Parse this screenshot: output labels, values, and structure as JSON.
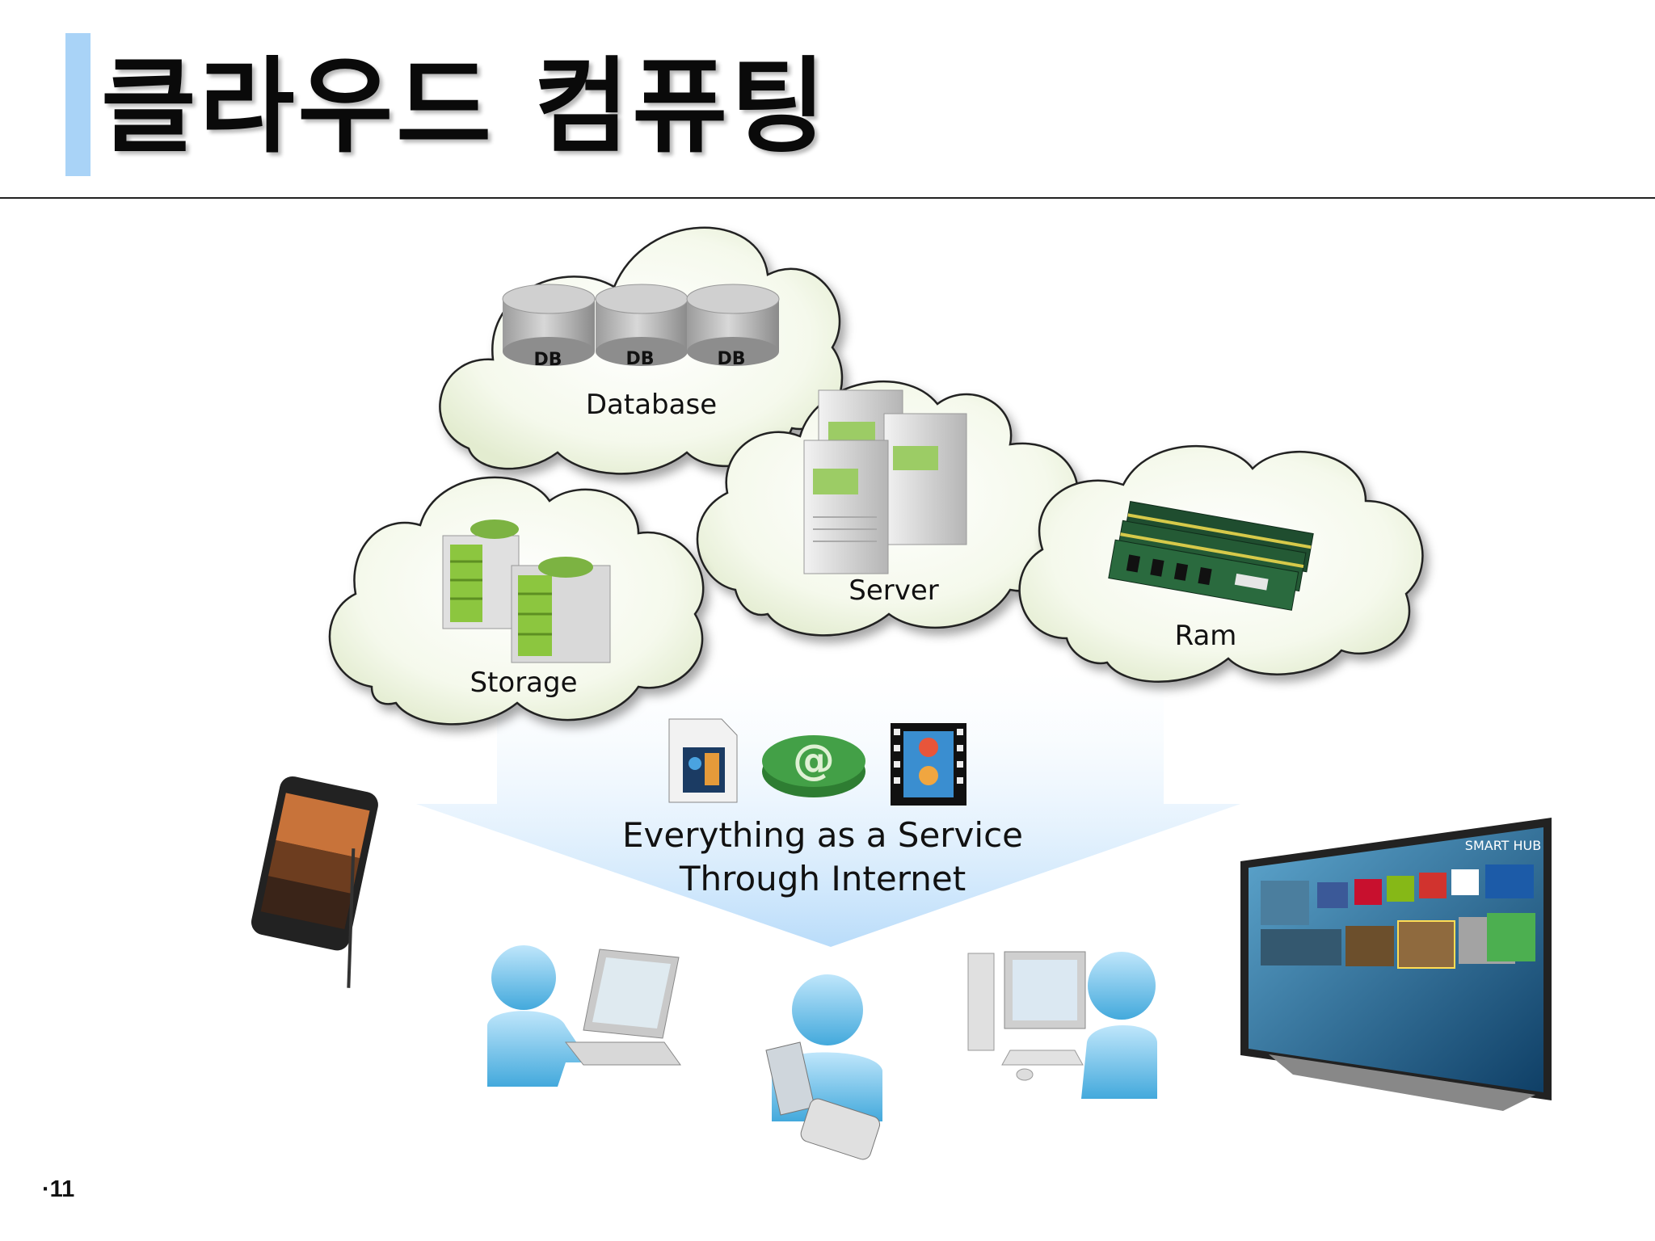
{
  "slide": {
    "title": "클라우드 컴퓨팅",
    "page_number": "·11",
    "accent_color": "#a9d3f7"
  },
  "diagram": {
    "clouds": [
      {
        "label": "Database",
        "icon": "database-cylinders-icon",
        "db_labels": [
          "DB",
          "DB",
          "DB"
        ]
      },
      {
        "label": "Server",
        "icon": "server-towers-icon"
      },
      {
        "label": "Storage",
        "icon": "storage-boxes-icon"
      },
      {
        "label": "Ram",
        "icon": "ram-modules-icon"
      }
    ],
    "service_text": {
      "line1": "Everything as a Service",
      "line2": "Through Internet"
    },
    "service_icons": [
      "media-file-icon",
      "at-sign-icon",
      "video-file-icon"
    ],
    "devices": [
      "smartphone-icon",
      "laptop-user-icon",
      "phone-user-icon",
      "desktop-user-icon",
      "smart-tv-icon"
    ],
    "tv_brand_text": "SMART HUB",
    "colors": {
      "cloud_fill": "#f3f8e8",
      "arrow_blue": "#b9dcfa",
      "user_blue": "#59b9e6",
      "drive_green": "#8cc63f"
    }
  }
}
